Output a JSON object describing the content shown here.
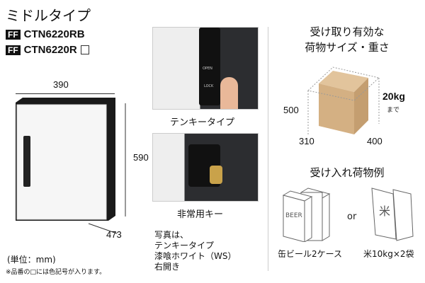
{
  "title": "ミドルタイプ",
  "models": [
    {
      "badge": "FF",
      "code": "CTN6220RB",
      "color_box": false
    },
    {
      "badge": "FF",
      "code": "CTN6220R",
      "color_box": true
    }
  ],
  "dimensions": {
    "width": "390",
    "height": "590",
    "depth": "473"
  },
  "unit_note": "(単位：mm)",
  "color_note": "※品番の□には色記号が入ります。",
  "photos": [
    {
      "label": "テンキータイプ"
    },
    {
      "label": "非常用キー"
    }
  ],
  "keypad_text": {
    "brand": "OPEN",
    "lock": "LOCK"
  },
  "photo_caption": [
    "写真は、",
    "テンキータイプ",
    "漆喰ホワイト（WS）",
    "右開き"
  ],
  "size_section": {
    "title_lines": [
      "受け取り有効な",
      "荷物サイズ・重さ"
    ],
    "height": "500",
    "depth": "310",
    "width": "400",
    "weight": "20kg",
    "weight_suffix": "まで"
  },
  "examples": {
    "title": "受け入れ荷物例",
    "or": "or",
    "items": [
      {
        "label": "缶ビール2ケース",
        "print": "BEER"
      },
      {
        "label": "米10kg×2袋",
        "print": "米"
      }
    ]
  },
  "colors": {
    "box": "#d8b68a",
    "cabinet": "#1a1a1a"
  }
}
